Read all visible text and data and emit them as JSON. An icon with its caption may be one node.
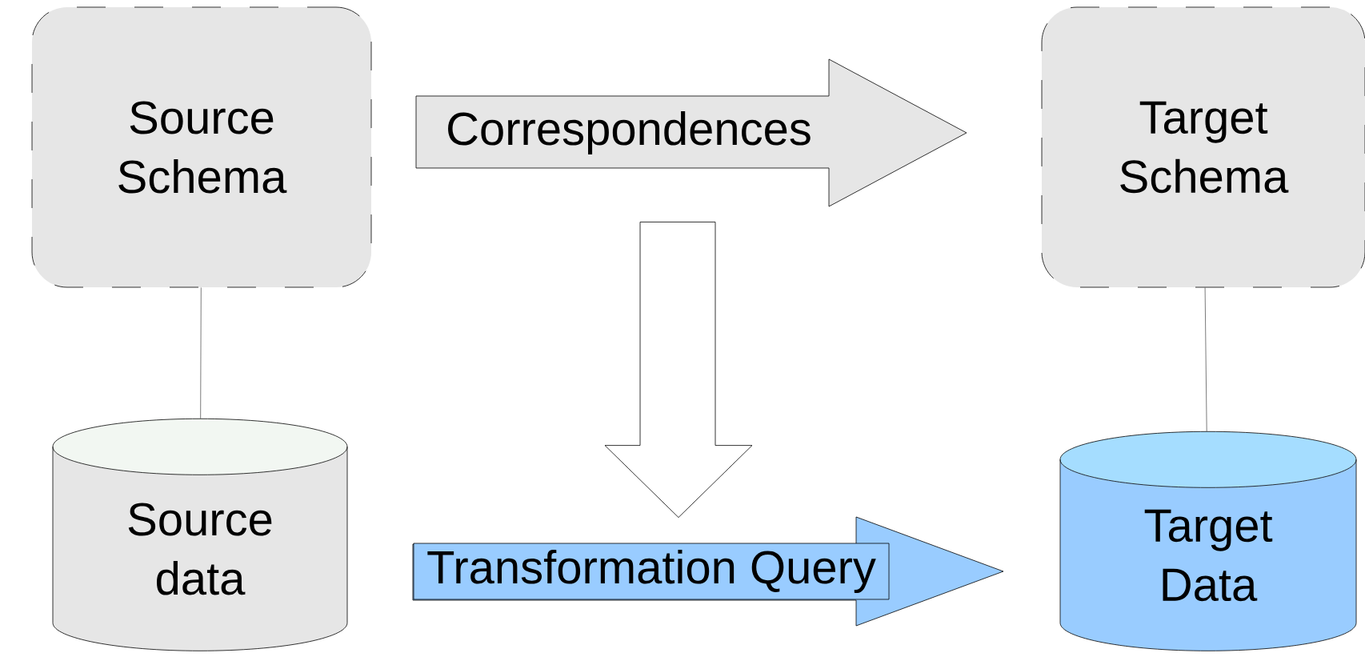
{
  "diagram": {
    "nodes": [
      {
        "text": [
          "Source Schema"
        ]
      },
      {
        "text": [
          "Correspondences"
        ]
      },
      {
        "text": [
          "Target Schema"
        ]
      },
      {
        "text": [
          "Source data"
        ]
      },
      {
        "text": [
          "Transformation Query"
        ]
      },
      {
        "text": [
          "Target Data"
        ]
      }
    ],
    "edges": [
      {
        "from": 0,
        "to": 3,
        "arrow": "none"
      },
      {
        "from": 2,
        "to": 5,
        "arrow": "none"
      },
      {
        "from": 1,
        "to": 4,
        "arrow": "to",
        "style": "thick"
      }
    ]
  }
}
